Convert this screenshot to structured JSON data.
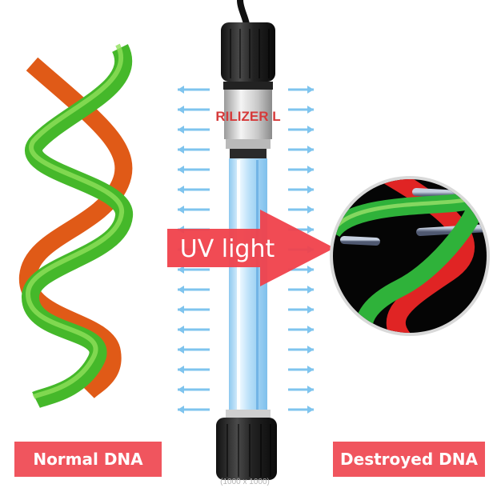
{
  "labels": {
    "left": "Normal DNA",
    "right": "Destroyed DNA",
    "arrow": "UV light"
  },
  "lamp": {
    "band_text": "RILIZER L"
  },
  "caption": "(1000 x 1000)",
  "colors": {
    "helix_green": "#4cc22b",
    "helix_orange": "#e05a17",
    "label_red": "#f0555e",
    "uv_arrow_red": "#f0414b",
    "ray_blue": "#7ec4ee",
    "tube_blue": "#9fd3f5"
  }
}
